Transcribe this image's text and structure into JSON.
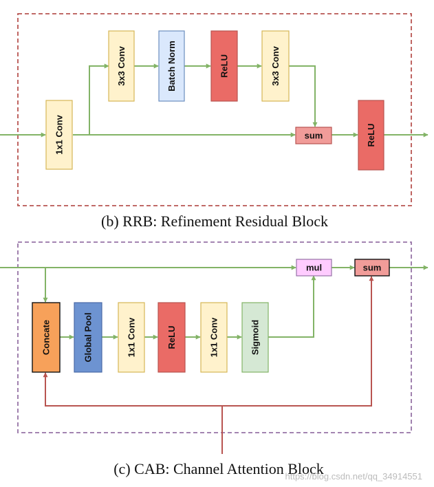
{
  "rrb": {
    "caption": "(b) RRB: Refinement Residual Block",
    "blocks": {
      "conv1x1": "1x1 Conv",
      "conv3x3_a": "3x3 Conv",
      "batch_norm": "Batch Norm",
      "relu_a": "ReLU",
      "conv3x3_b": "3x3 Conv",
      "sum": "sum",
      "relu_out": "ReLU"
    }
  },
  "cab": {
    "caption": "(c) CAB: Channel Attention Block",
    "blocks": {
      "concate": "Concate",
      "global_pool": "Global Pool",
      "conv1x1_a": "1x1 Conv",
      "relu": "ReLU",
      "conv1x1_b": "1x1 Conv",
      "sigmoid": "Sigmoid",
      "mul": "mul",
      "sum": "sum"
    }
  },
  "watermark": "https://blog.csdn.net/qq_34914551",
  "colors": {
    "rrb_border": "#b85450",
    "cab_border": "#9673a6",
    "green_arrow": "#82b366",
    "red_arrow": "#b85450",
    "conv_fill": "#fff2cc",
    "conv_stroke": "#d6b656",
    "bn_fill": "#dae8fc",
    "bn_stroke": "#6c8ebf",
    "relu_fill": "#ea6b66",
    "relu_stroke": "#b85450",
    "sum_fill": "#f19c99",
    "concate_fill": "#f7a15a",
    "pool_fill": "#6d93d1",
    "sigmoid_fill": "#d5e8d4",
    "mul_fill": "#ffccff"
  }
}
